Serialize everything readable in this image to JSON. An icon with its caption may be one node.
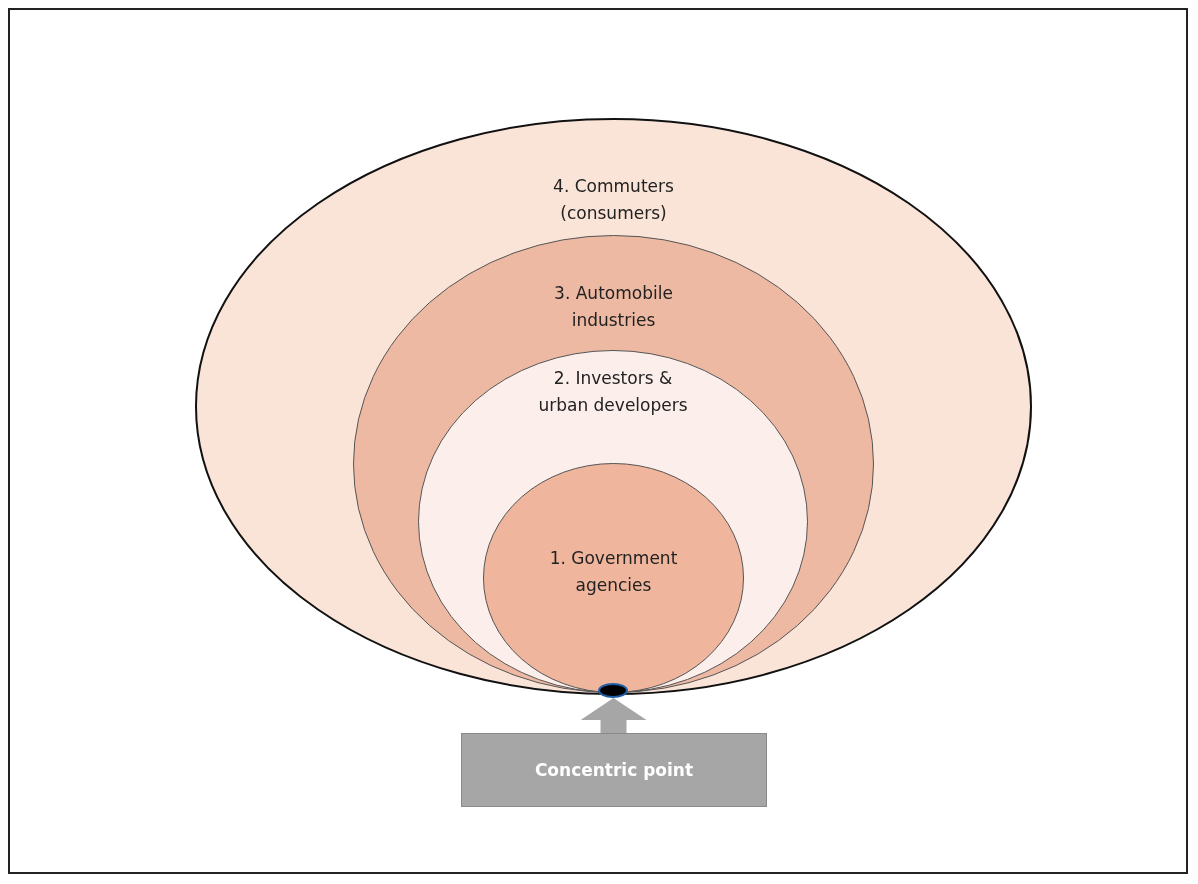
{
  "diagram": {
    "nodes": [
      {
        "text": [
          "4. Commuters (consumers)"
        ]
      },
      {
        "text": [
          "3. Automobile industries"
        ],
        "in": 0
      },
      {
        "text": [
          "2. Investors & urban developers"
        ],
        "in": 1
      },
      {
        "text": [
          "1. Government agencies"
        ],
        "in": 2
      },
      {
        "text": [],
        "shape": "circle"
      },
      {
        "text": [
          "Concentric point"
        ]
      }
    ],
    "edges": [
      {
        "from": 5,
        "to": 4,
        "arrow": "to"
      }
    ]
  }
}
